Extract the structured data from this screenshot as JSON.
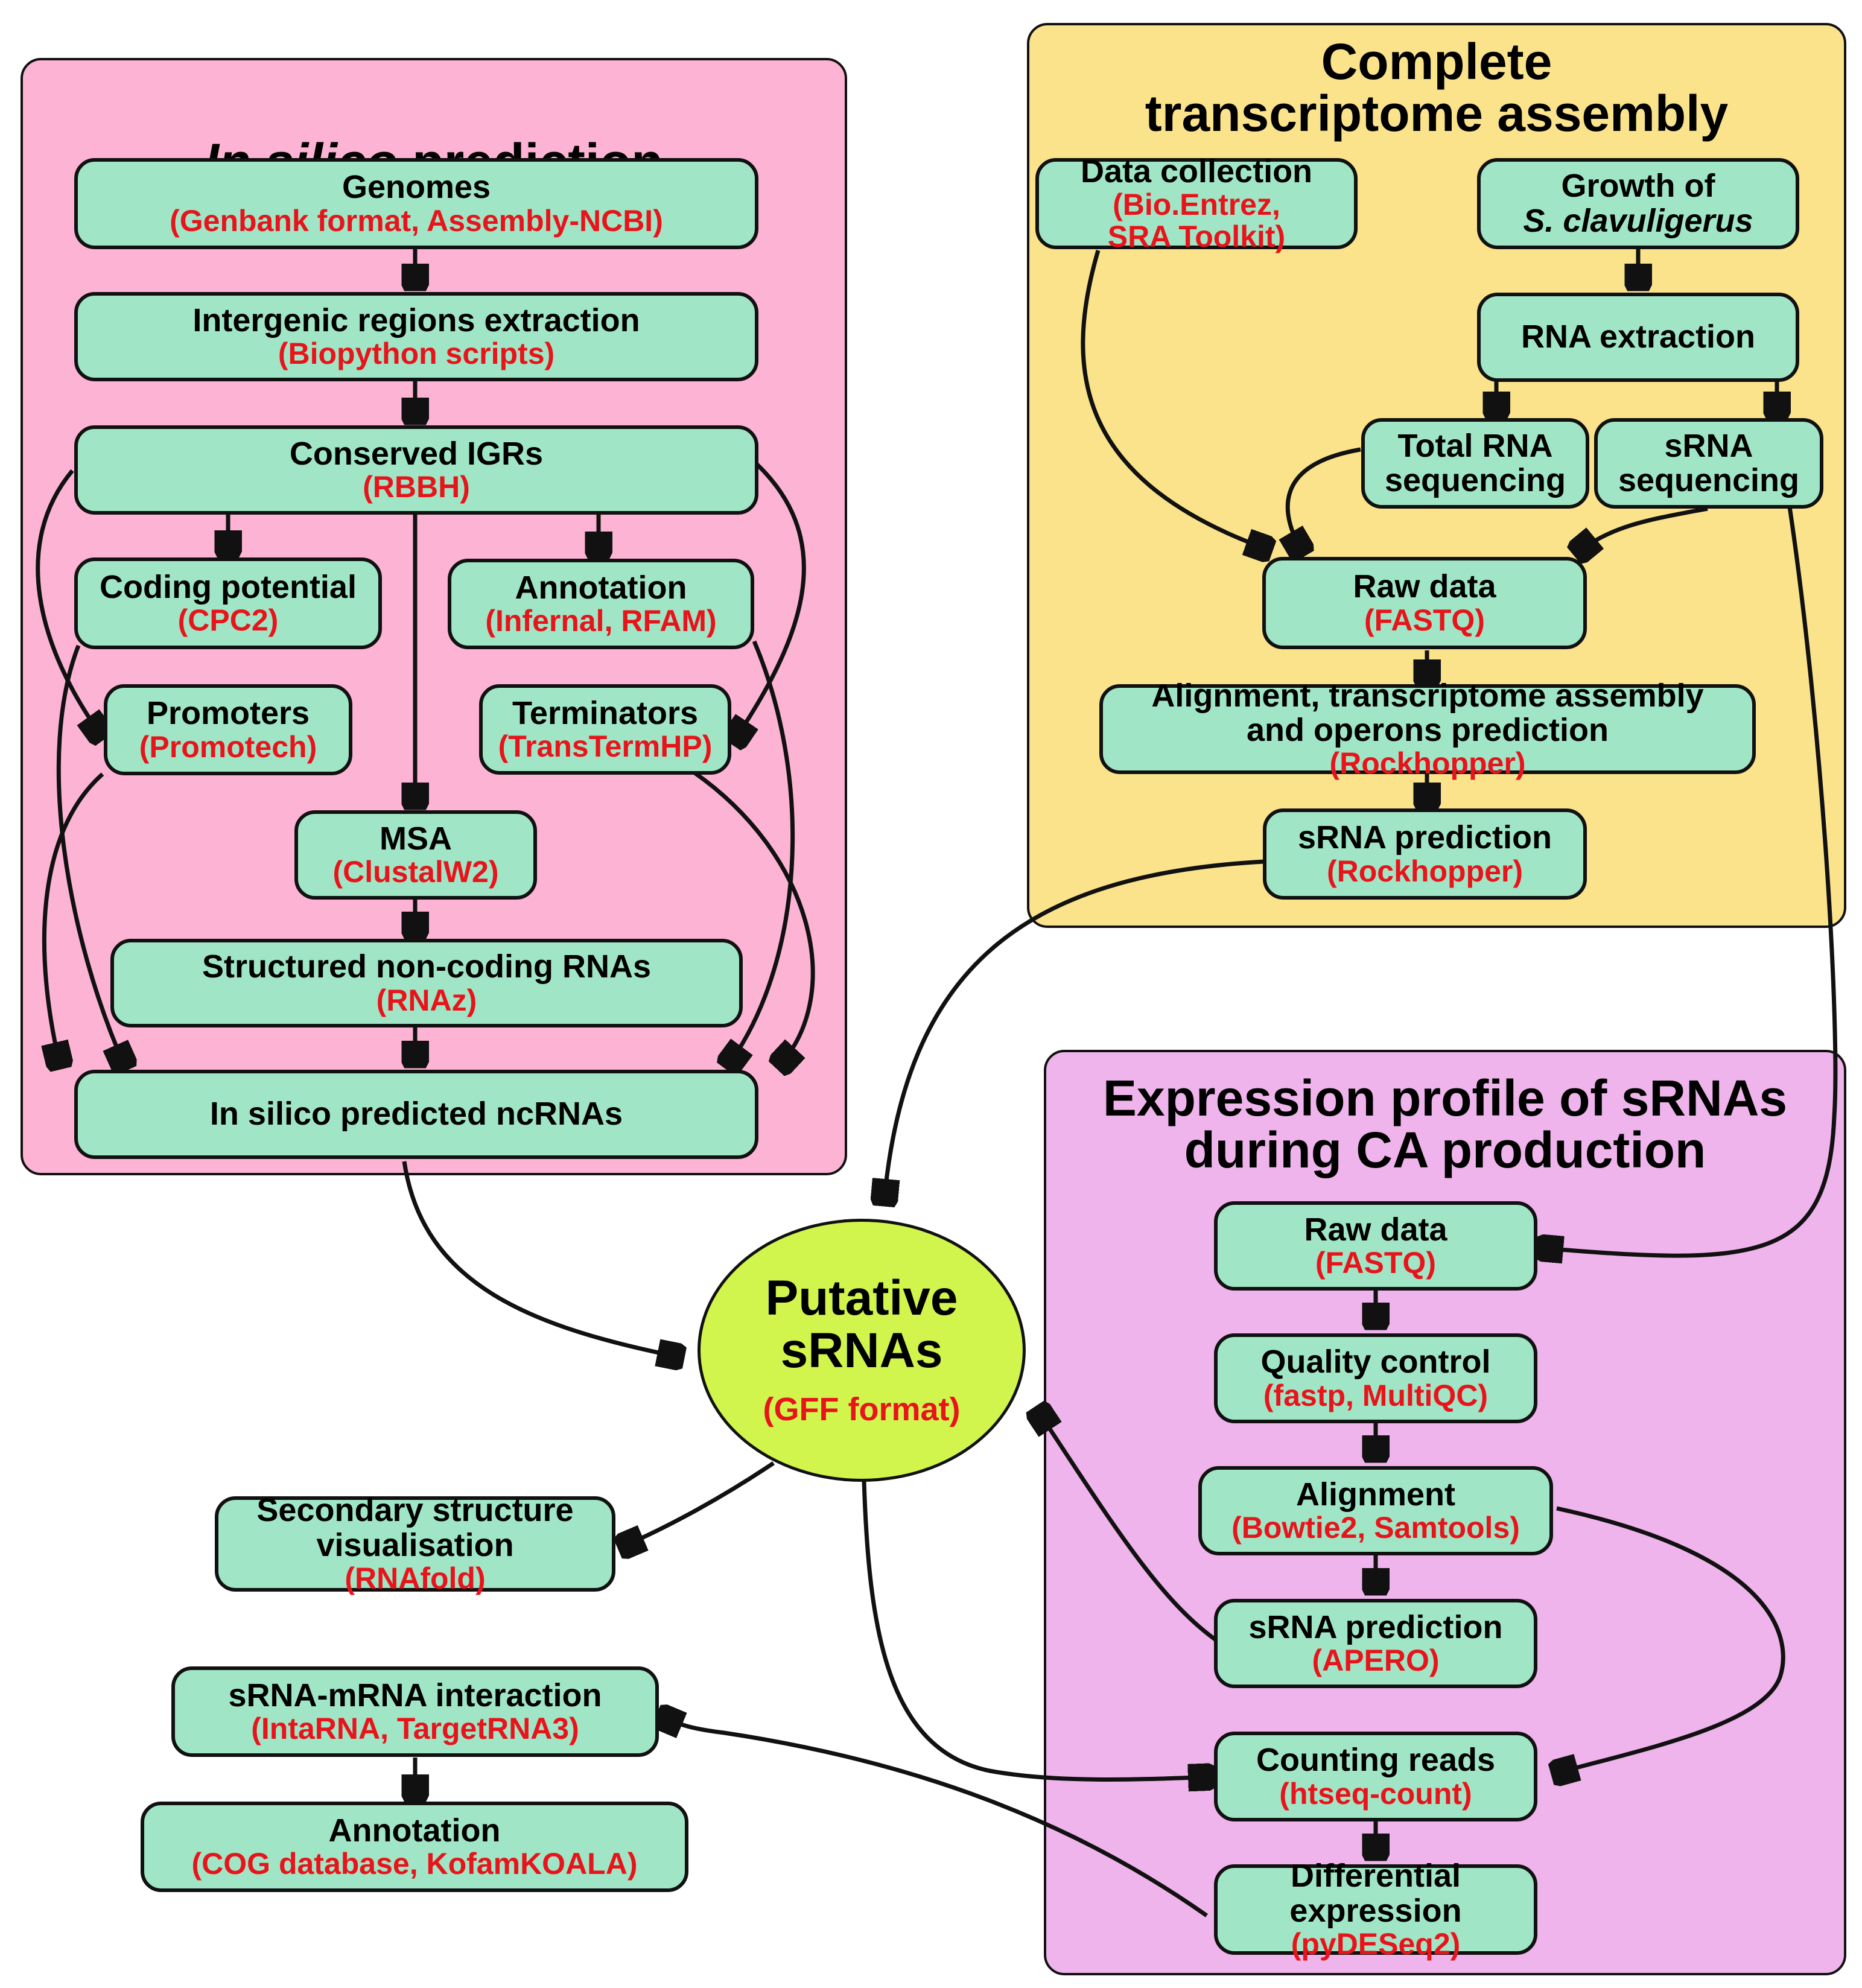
{
  "panels": {
    "silico": {
      "title_italic": "In silico",
      "title_rest": " prediction",
      "color": "#fdb4d4"
    },
    "transcriptome": {
      "title": "Complete\ntranscriptome assembly",
      "color": "#fbe38c"
    },
    "expression": {
      "title": "Expression profile of sRNAs\nduring CA production",
      "color": "#efb4ec"
    }
  },
  "nodes": {
    "genomes": {
      "label": "Genomes",
      "tool": "(Genbank format, Assembly-NCBI)"
    },
    "intergenic": {
      "label": "Intergenic regions extraction",
      "tool": "(Biopython scripts)"
    },
    "conserved": {
      "label": "Conserved IGRs",
      "tool": "(RBBH)"
    },
    "coding": {
      "label": "Coding potential",
      "tool": "(CPC2)"
    },
    "annotation_silico": {
      "label": "Annotation",
      "tool": "(Infernal, RFAM)"
    },
    "promoters": {
      "label": "Promoters",
      "tool": "(Promotech)"
    },
    "terminators": {
      "label": "Terminators",
      "tool": "(TransTermHP)"
    },
    "msa": {
      "label": "MSA",
      "tool": "(ClustalW2)"
    },
    "structured": {
      "label": "Structured non-coding RNAs",
      "tool": "(RNAz)"
    },
    "predicted": {
      "label": "In silico predicted ncRNAs",
      "tool": ""
    },
    "data_collection": {
      "label": "Data collection",
      "tool": "(Bio.Entrez,\nSRA Toolkit)"
    },
    "growth": {
      "label": "Growth of",
      "label_italic": "S. clavuligerus",
      "tool": ""
    },
    "rna_extraction": {
      "label": "RNA extraction",
      "tool": ""
    },
    "total_rna": {
      "label": "Total RNA\nsequencing",
      "tool": ""
    },
    "srna_seq": {
      "label": "sRNA\nsequencing",
      "tool": ""
    },
    "raw_data_t": {
      "label": "Raw data",
      "tool": "(FASTQ)"
    },
    "alignment_t": {
      "label": "Alignment, transcriptome assembly\nand operons prediction",
      "tool": "(Rockhopper)"
    },
    "srna_pred_t": {
      "label": "sRNA prediction",
      "tool": "(Rockhopper)"
    },
    "raw_data_e": {
      "label": "Raw data",
      "tool": "(FASTQ)"
    },
    "quality": {
      "label": "Quality control",
      "tool": "(fastp, MultiQC)"
    },
    "alignment_e": {
      "label": "Alignment",
      "tool": "(Bowtie2, Samtools)"
    },
    "srna_pred_e": {
      "label": "sRNA prediction",
      "tool": "(APERO)"
    },
    "counting": {
      "label": "Counting reads",
      "tool": "(htseq-count)"
    },
    "differential": {
      "label": "Differential\nexpression",
      "tool": "(pyDESeq2)"
    },
    "secondary": {
      "label": "Secondary structure\nvisualisation",
      "tool": "(RNAfold)"
    },
    "interaction": {
      "label": "sRNA-mRNA interaction",
      "tool": "(IntaRNA, TargetRNA3)"
    },
    "annotation_final": {
      "label": "Annotation",
      "tool": "(COG database, KofamKOALA)"
    }
  },
  "center": {
    "label": "Putative\nsRNAs",
    "tool": "(GFF format)",
    "color": "#d1f54d"
  },
  "colors": {
    "node_fill": "#a0e6c6",
    "tool_text": "#e8141b",
    "stroke": "#111111"
  }
}
